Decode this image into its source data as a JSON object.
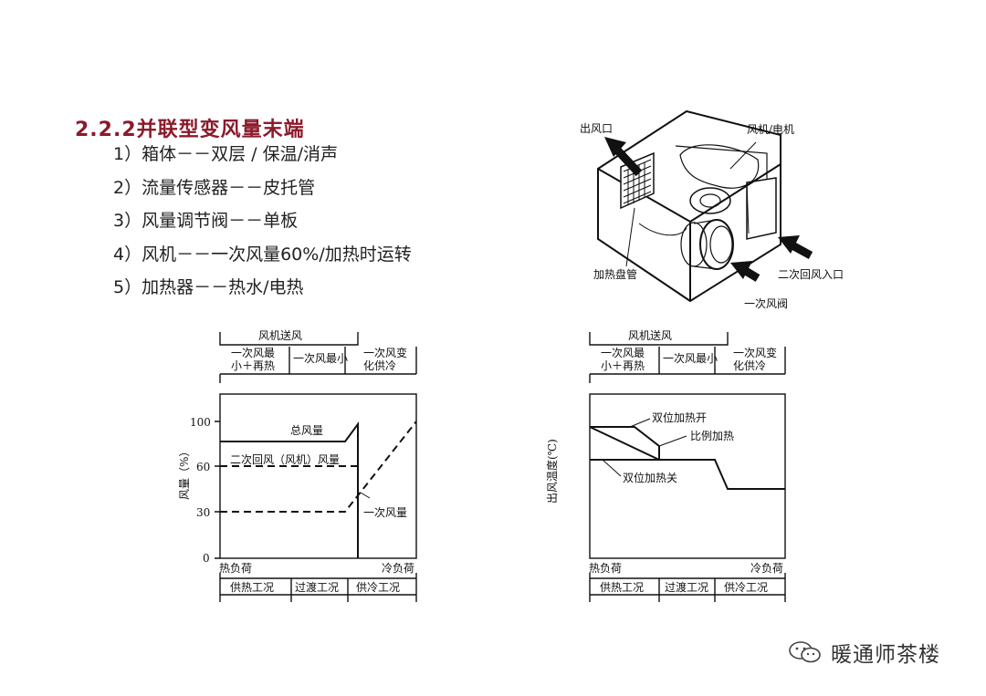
{
  "title": "2.2.2并联型变风量末端",
  "items": [
    "1）箱体－－双层 / 保温/消声",
    "2）流量传感器－－皮托管",
    "3）风量调节阀－－单板",
    "4）风机－－一次风量60%/加热时运转",
    "5）加热器－－热水/电热"
  ],
  "box_diagram": {
    "outlet": "出风口",
    "fan_motor": "风机/电机",
    "heating_coil": "加热盘管",
    "secondary_inlet": "二次回风入口",
    "primary_damper": "一次风阀"
  },
  "airflow_chart": {
    "header_top": "风机送风",
    "header_cols": [
      [
        "一次风最",
        "小＋再热"
      ],
      [
        "一次风最小"
      ],
      [
        "一次风变",
        "化供冷"
      ]
    ],
    "ylabel": "风量（%）",
    "yticks": [
      "100",
      "60",
      "30",
      "0"
    ],
    "left_label": "热负荷",
    "right_label": "冷负荷",
    "footer_cols": [
      "供热工况",
      "过渡工况",
      "供冷工况"
    ],
    "curve_labels": {
      "total": "总风量",
      "secondary": "二次回风（风机）风量",
      "primary": "一次风量"
    }
  },
  "temp_chart": {
    "header_top": "风机送风",
    "header_cols": [
      [
        "一次风最",
        "小＋再热"
      ],
      [
        "一次风最小"
      ],
      [
        "一次风变",
        "化供冷"
      ]
    ],
    "ylabel": "出风温度(℃)",
    "left_label": "热负荷",
    "right_label": "冷负荷",
    "footer_cols": [
      "供热工况",
      "过渡工况",
      "供冷工况"
    ],
    "curve_labels": {
      "on": "双位加热开",
      "prop": "比例加热",
      "off": "双位加热关"
    }
  },
  "watermark": "暖通师茶楼"
}
